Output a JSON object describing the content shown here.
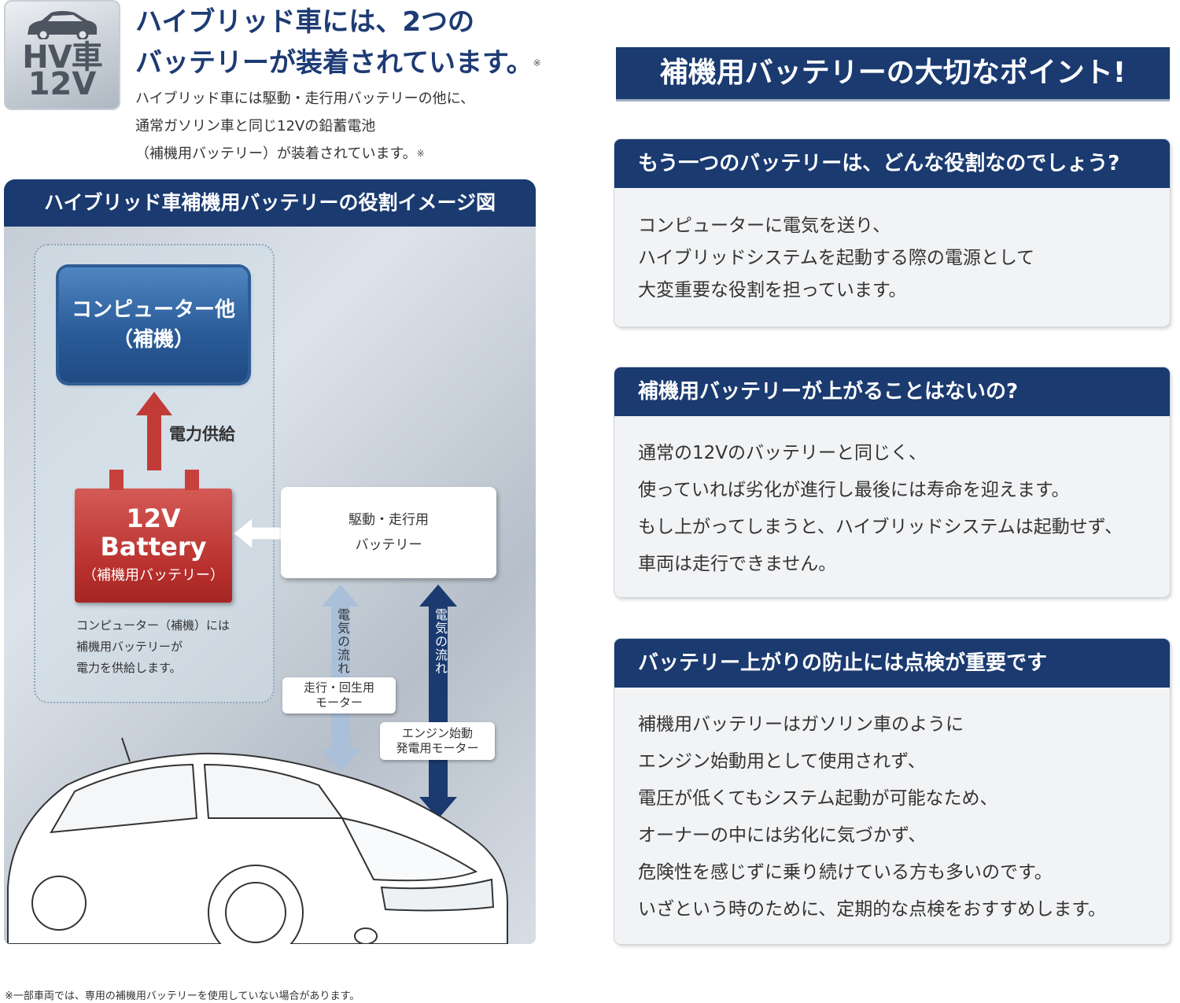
{
  "badge": {
    "line1": "HV車",
    "line2": "12V",
    "icon": "car-icon"
  },
  "header": {
    "title_line1": "ハイブリッド車には、2つの",
    "title_line2": "バッテリーが装着されています。",
    "title_mark": "※",
    "intro_line1": "ハイブリッド車には駆動・走行用バッテリーの他に、",
    "intro_line2": "通常ガソリン車と同じ12Vの鉛蓄電池",
    "intro_line3": "（補機用バッテリー）が装着されています。",
    "intro_mark": "※"
  },
  "diagram": {
    "title": "ハイブリッド車補機用バッテリーの役割イメージ図",
    "computer_line1": "コンピューター他",
    "computer_line2": "（補機）",
    "power_supply": "電力供給",
    "battery_line1": "12V",
    "battery_line2": "Battery",
    "battery_line3": "（補機用バッテリー）",
    "battery_note_line1": "コンピューター（補機）には",
    "battery_note_line2": "補機用バッテリーが",
    "battery_note_line3": "電力を供給します。",
    "drive_battery_line1": "駆動・走行用",
    "drive_battery_line2": "バッテリー",
    "flow_label_1": "電気の流れ",
    "flow_label_2": "電気の流れ",
    "motor1_line1": "走行・回生用",
    "motor1_line2": "モーター",
    "motor2_line1": "エンジン始動",
    "motor2_line2": "発電用モーター",
    "colors": {
      "navy": "#1a3a70",
      "battery_red": "#b8302d",
      "light_arrow": "#a9c0d8"
    }
  },
  "footnote": "※一部車両では、専用の補機用バッテリーを使用していない場合があります。",
  "right": {
    "banner": "補機用バッテリーの大切なポイント!",
    "card1": {
      "heading": "もう一つのバッテリーは、どんな役割なのでしょう?",
      "line1": "コンピューターに電気を送り、",
      "line2": "ハイブリッドシステムを起動する際の電源として",
      "line3": "大変重要な役割を担っています。"
    },
    "card2": {
      "heading": "補機用バッテリーが上がることはないの?",
      "line1": "通常の12Vのバッテリーと同じく、",
      "line2": "使っていれば劣化が進行し最後には寿命を迎えます。",
      "line3": "もし上がってしまうと、ハイブリッドシステムは起動せず、",
      "line4": "車両は走行できません。"
    },
    "card3": {
      "heading": "バッテリー上がりの防止には点検が重要です",
      "line1": "補機用バッテリーはガソリン車のように",
      "line2": "エンジン始動用として使用されず、",
      "line3": "電圧が低くてもシステム起動が可能なため、",
      "line4": "オーナーの中には劣化に気づかず、",
      "line5": "危険性を感じずに乗り続けている方も多いのです。",
      "line6": "いざという時のために、定期的な点検をおすすめします。"
    }
  }
}
